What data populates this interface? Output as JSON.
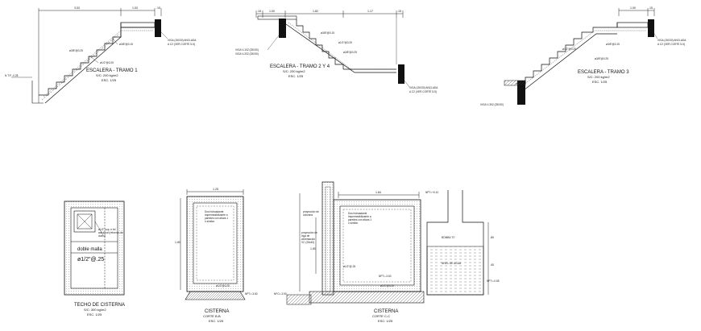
{
  "drawings": {
    "stair1": {
      "title": "ESCALERA - TRAMO 1",
      "load": "S/C: 200 kg/m2",
      "scale": "ESC. 1/25",
      "dim_run": "3.00",
      "dim_landing": "1.00",
      "dim_end": ".15",
      "beam_note_1": "VIGA (15X30) ANCLADA",
      "beam_note_2": "A C2 (VER CORTE 5-5)",
      "rebar_top": "ø3/8\"@0.15",
      "rebar_mid": "ø3/8\"@0.25",
      "rebar_bot": "ø1/2\"@0.25",
      "level": "N.T.P. -0.28"
    },
    "stair2": {
      "title": "ESCALERA - TRAMO 2 Y 4",
      "load": "S/C: 200 kg/m2",
      "scale": "ESC. 1/25",
      "dim_a": ".15",
      "dim_b": "1.00",
      "dim_run": "1.82",
      "dim_landing": "1.17",
      "dim_end": ".15",
      "beam_note_left_1": "VIGA V-102 (25X30)",
      "beam_note_left_2": "VIGA V-202 (25X30)",
      "beam_note_right_1": "VIGA (15X30) ANCLADA",
      "beam_note_right_2": "A C2 (VER CORTE 5-5)",
      "rebar_top": "ø3/8\"@0.15",
      "rebar_mid": "ø1/2\"@0.25",
      "rebar_bot": "ø3/8\"@0.25"
    },
    "stair3": {
      "title": "ESCALERA - TRAMO 3",
      "load": "S/C: 200 kg/m2",
      "scale": "ESC. 1/25",
      "dim_landing": "1.00",
      "dim_end": ".15",
      "beam_note_1": "VIGA (15X30) ANCLADA",
      "beam_note_2": "A C2 (VER CORTE 5-5)",
      "beam_note_left": "VIGA V-302 (25X30)",
      "rebar_top": "ø3/8\"@0.15",
      "rebar_mid": "ø1/2\"@0.25",
      "rebar_bot": "ø3/8\"@0.25"
    },
    "roof": {
      "title": "TECHO DE CISTERNA",
      "load": "S/C: 300 kg/m2",
      "scale": "ESC. 1/25",
      "mesh_label": "doble malla",
      "mesh_rebar": "ø1/2\"@.25",
      "note_1": "ø1/2\" sup. e inf.",
      "note_2": "adicional (refuerzo de",
      "note_3": "ducto)"
    },
    "sectionB": {
      "title": "CISTERNA",
      "subtitle": "CORTE B-B",
      "scale": "ESC. 1/25",
      "dim_top": "1.25",
      "dim_height": "1.80",
      "note_1": "Dos hidroadante",
      "note_2": "impermeabilizante a",
      "note_3": "paredes con altura 1",
      "note_4": "ó similar.",
      "rebar_bot": "ø1/2\"@0.25",
      "level": "NPT=-3.60"
    },
    "sectionC": {
      "title": "CISTERNA",
      "subtitle": "CORTE C-C",
      "scale": "ESC. 1/25",
      "dim_top": "1.84",
      "dim_height": "1.80",
      "dim_right": ".80",
      "dim_right_b": ".40",
      "level_top": "NPT=+0.10",
      "level_bot": "NPT=-3.60",
      "level_low": "NFC=-3.90",
      "note_proj_1": "proyección de",
      "note_proj_2": "columna",
      "note_over_1": "proyección de",
      "note_over_2": "viga de",
      "note_over_3": "cimentación",
      "note_over_4": "VC (25x40)",
      "note_1": "Dos hidroadante",
      "note_2": "impermeabilizante a",
      "note_3": "paredes con altura 1",
      "note_4": "ó similar.",
      "rebar": "ø1/2\"@.25",
      "rebar_bot": "ø1/2\"@0.25",
      "pump_room": "BOMBA \"D\"",
      "water": "NIVEL DE AGUA",
      "side_level": "NPT=-0.65"
    }
  }
}
